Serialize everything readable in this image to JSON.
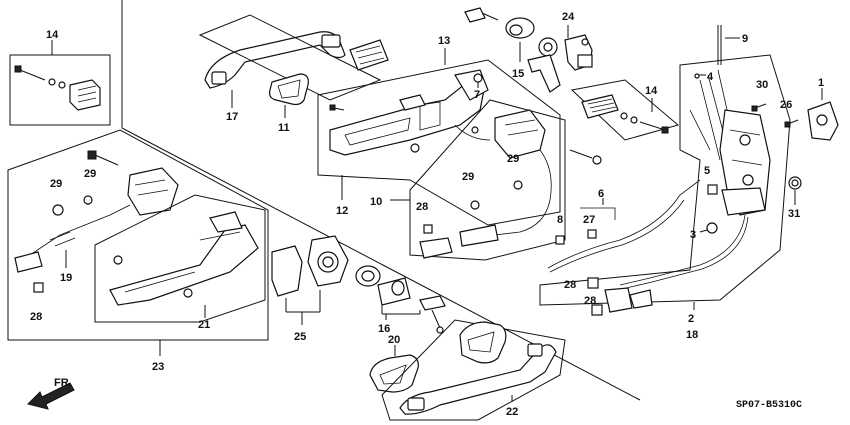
{
  "diagram": {
    "part_labels": [
      "1",
      "2",
      "3",
      "4",
      "5",
      "6",
      "7",
      "8",
      "9",
      "10",
      "11",
      "12",
      "13",
      "14",
      "15",
      "16",
      "17",
      "18",
      "20",
      "21",
      "22",
      "23",
      "24",
      "25",
      "26",
      "27",
      "28",
      "29",
      "30",
      "31",
      "19"
    ],
    "labels": {
      "p1": "1",
      "p2": "2",
      "p3": "3",
      "p4": "4",
      "p5": "5",
      "p6": "6",
      "p7": "7",
      "p8": "8",
      "p9": "9",
      "p10": "10",
      "p11": "11",
      "p12": "12",
      "p13": "13",
      "p14a": "14",
      "p14b": "14",
      "p15": "15",
      "p16": "16",
      "p17": "17",
      "p18": "18",
      "p19": "19",
      "p20": "20",
      "p21": "21",
      "p22": "22",
      "p23": "23",
      "p24": "24",
      "p25": "25",
      "p26": "26",
      "p27": "27",
      "p28a": "28",
      "p28b": "28",
      "p28c": "28",
      "p28d": "28",
      "p29a": "29",
      "p29b": "29",
      "p29c": "29",
      "p29d": "29",
      "p30": "30",
      "p31": "31"
    },
    "front_indicator": "FR.",
    "diagram_code": "SP07-B5310C"
  }
}
